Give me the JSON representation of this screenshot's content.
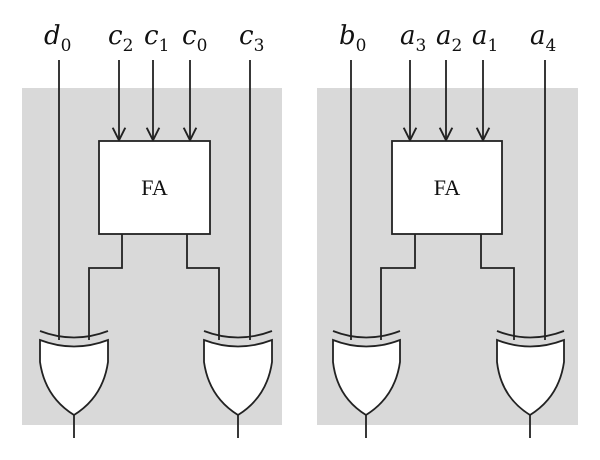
{
  "left_block": {
    "inputs": [
      {
        "base": "d",
        "sub": "0"
      },
      {
        "base": "c",
        "sub": "2"
      },
      {
        "base": "c",
        "sub": "1"
      },
      {
        "base": "c",
        "sub": "0"
      },
      {
        "base": "c",
        "sub": "3"
      }
    ],
    "adder_label": "FA"
  },
  "right_block": {
    "inputs": [
      {
        "base": "b",
        "sub": "0"
      },
      {
        "base": "a",
        "sub": "3"
      },
      {
        "base": "a",
        "sub": "2"
      },
      {
        "base": "a",
        "sub": "1"
      },
      {
        "base": "a",
        "sub": "4"
      }
    ],
    "adder_label": "FA"
  }
}
